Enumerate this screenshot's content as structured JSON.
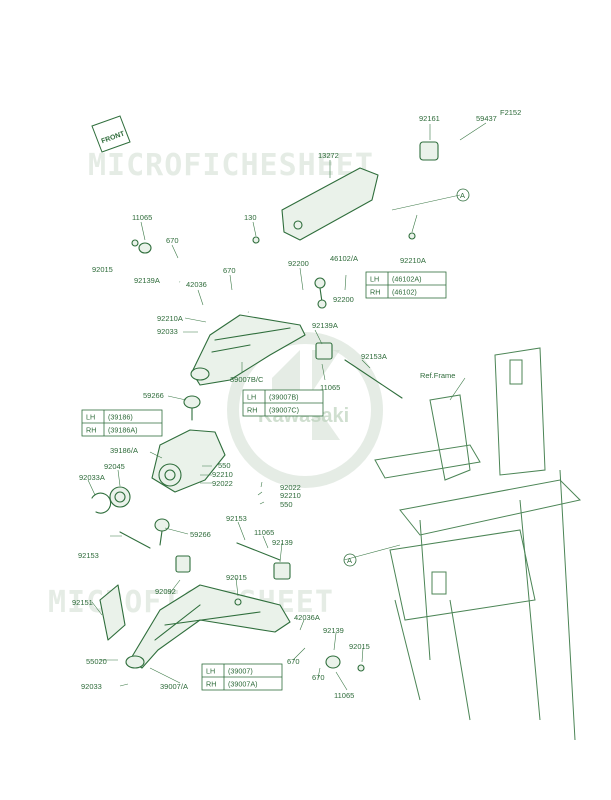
{
  "figure_code": "F2152",
  "front_tag": "FRONT",
  "watermarks": {
    "top": "MICROFICHESHEET",
    "bottom": "MICROFICHESHEET",
    "brand": "Kawasaki"
  },
  "reference_label": "Ref.Frame",
  "callout_letter": "A",
  "labels": {
    "p59437": "59437",
    "p92161": "92161",
    "p13272": "13272",
    "p130": "130",
    "p11065_top": "11065",
    "p670_a": "670",
    "p92015_a": "92015",
    "p92139a_a": "92139A",
    "p670_b": "670",
    "p46102a": "46102/A",
    "p92200_a": "92200",
    "p92200_b": "92200",
    "p92210a_r": "92210A",
    "p42036": "42036",
    "p92210a_l": "92210A",
    "p92033": "92033",
    "p92139a_b": "92139A",
    "p92153a": "92153A",
    "p39007bc": "39007B/C",
    "p11065_mid": "11065",
    "p59266_a": "59266",
    "p39186a": "39186/A",
    "p92045": "92045",
    "p92033a": "92033A",
    "p550_a": "550",
    "p92210_a": "92210",
    "p92022_a": "92022",
    "p92022_b": "92022",
    "p92210_b": "92210",
    "p550_b": "550",
    "p92153_l": "92153",
    "p59266_b": "59266",
    "p92153_m": "92153",
    "p11065_lower": "11065",
    "p92139_a": "92139",
    "p92015_b": "92015",
    "p92092": "92092",
    "p92151": "92151",
    "p42036a": "42036A",
    "p92139_b": "92139",
    "p92015_c": "92015",
    "p55020": "55020",
    "p670_c": "670",
    "p670_d": "670",
    "p92033_b": "92033",
    "p39007a": "39007/A",
    "p11065_bot": "11065"
  },
  "tables": {
    "t46102": {
      "rows": [
        [
          "LH",
          "(46102A)"
        ],
        [
          "RH",
          "(46102)"
        ]
      ]
    },
    "t39007b": {
      "rows": [
        [
          "LH",
          "(39007B)"
        ],
        [
          "RH",
          "(39007C)"
        ]
      ]
    },
    "t39186": {
      "rows": [
        [
          "LH",
          "(39186)"
        ],
        [
          "RH",
          "(39186A)"
        ]
      ]
    },
    "t39007": {
      "rows": [
        [
          "LH",
          "(39007)"
        ],
        [
          "RH",
          "(39007A)"
        ]
      ]
    }
  }
}
